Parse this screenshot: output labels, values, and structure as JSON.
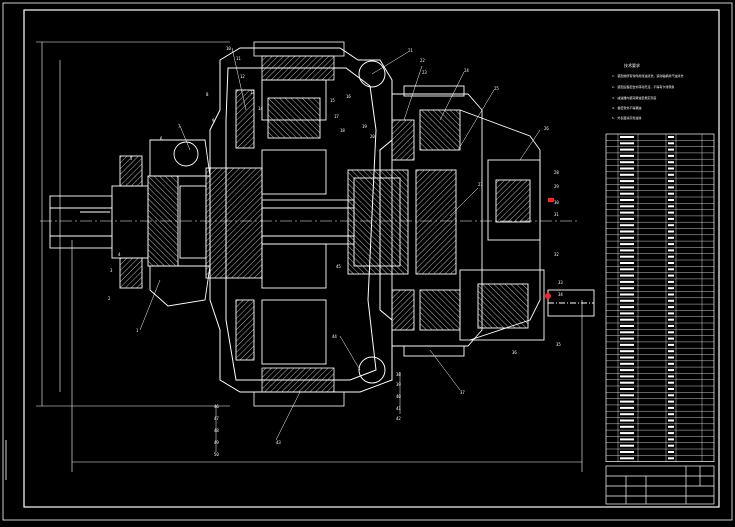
{
  "notes": {
    "title": "技术要求",
    "lines": [
      "1. 装配前所有零件用煤油清洗，滚动轴承用汽油清洗",
      "2. 装配后各配合处转动灵活，不得有卡滞现象",
      "3. 减速器内装润滑油至规定高度",
      "4. 各密封处不得漏油",
      "5. 外表面涂灰色油漆"
    ]
  },
  "part_labels": [
    "1",
    "2",
    "3",
    "4",
    "5",
    "6",
    "7",
    "8",
    "9",
    "10",
    "11",
    "12",
    "13",
    "14",
    "15",
    "16",
    "17",
    "18",
    "19",
    "20",
    "21",
    "22",
    "23",
    "24",
    "25",
    "26",
    "27",
    "28",
    "29",
    "30",
    "31",
    "32",
    "33",
    "34",
    "35",
    "36",
    "37",
    "38",
    "39",
    "40",
    "41",
    "42",
    "43",
    "44",
    "45",
    "46",
    "47",
    "48",
    "49",
    "50"
  ],
  "bom_rows": 52,
  "colors": {
    "background": "#000000",
    "line": "#ffffff",
    "hatch": "#ffffff",
    "accent": "#ff2020",
    "dimension": "#ffffff"
  }
}
